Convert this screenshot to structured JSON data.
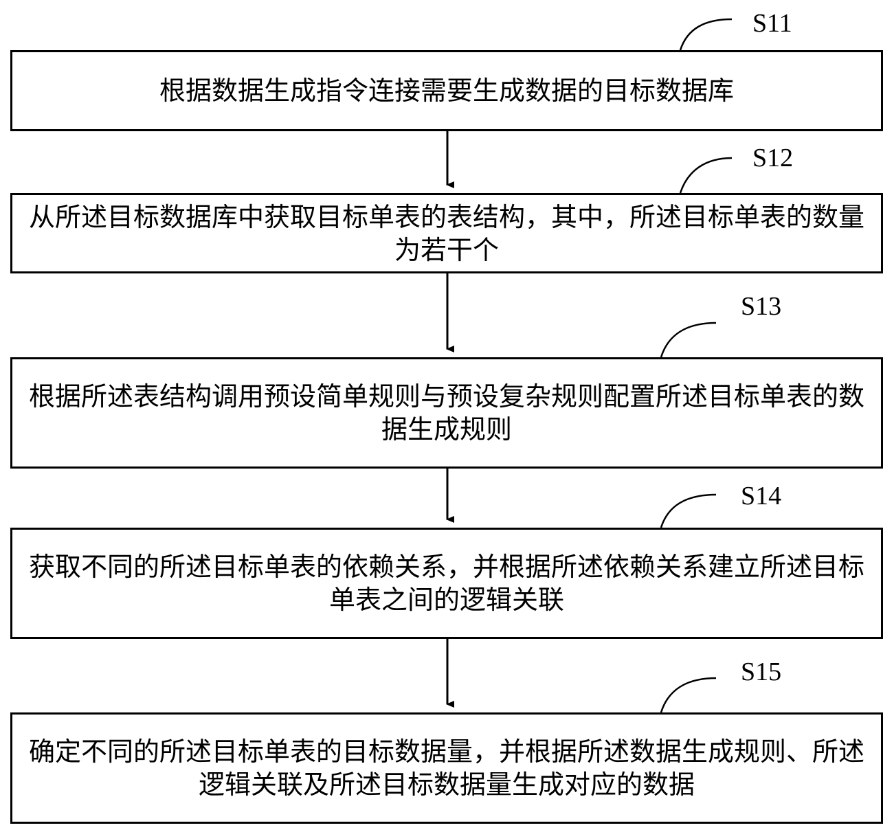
{
  "steps": [
    {
      "id": "S11",
      "text": "根据数据生成指令连接需要生成数据的目标数据库"
    },
    {
      "id": "S12",
      "text": "从所述目标数据库中获取目标单表的表结构，其中，所述目标单表的数量为若干个"
    },
    {
      "id": "S13",
      "text": "根据所述表结构调用预设简单规则与预设复杂规则配置所述目标单表的数据生成规则"
    },
    {
      "id": "S14",
      "text": "获取不同的所述目标单表的依赖关系，并根据所述依赖关系建立所述目标单表之间的逻辑关联"
    },
    {
      "id": "S15",
      "text": "确定不同的所述目标单表的目标数据量，并根据所述数据生成规则、所述逻辑关联及所述目标数据量生成对应的数据"
    }
  ]
}
